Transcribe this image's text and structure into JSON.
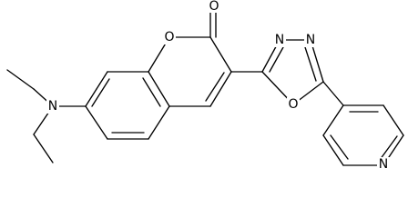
{
  "structure": {
    "atoms": {
      "carbonyl_oxygen": "O",
      "ring_oxygen": "O",
      "oxadiazole_oxygen": "O",
      "amine_nitrogen": "N",
      "oxadiazole_nitrogen_left": "N",
      "oxadiazole_nitrogen_right": "N",
      "pyridine_nitrogen": "N"
    }
  }
}
